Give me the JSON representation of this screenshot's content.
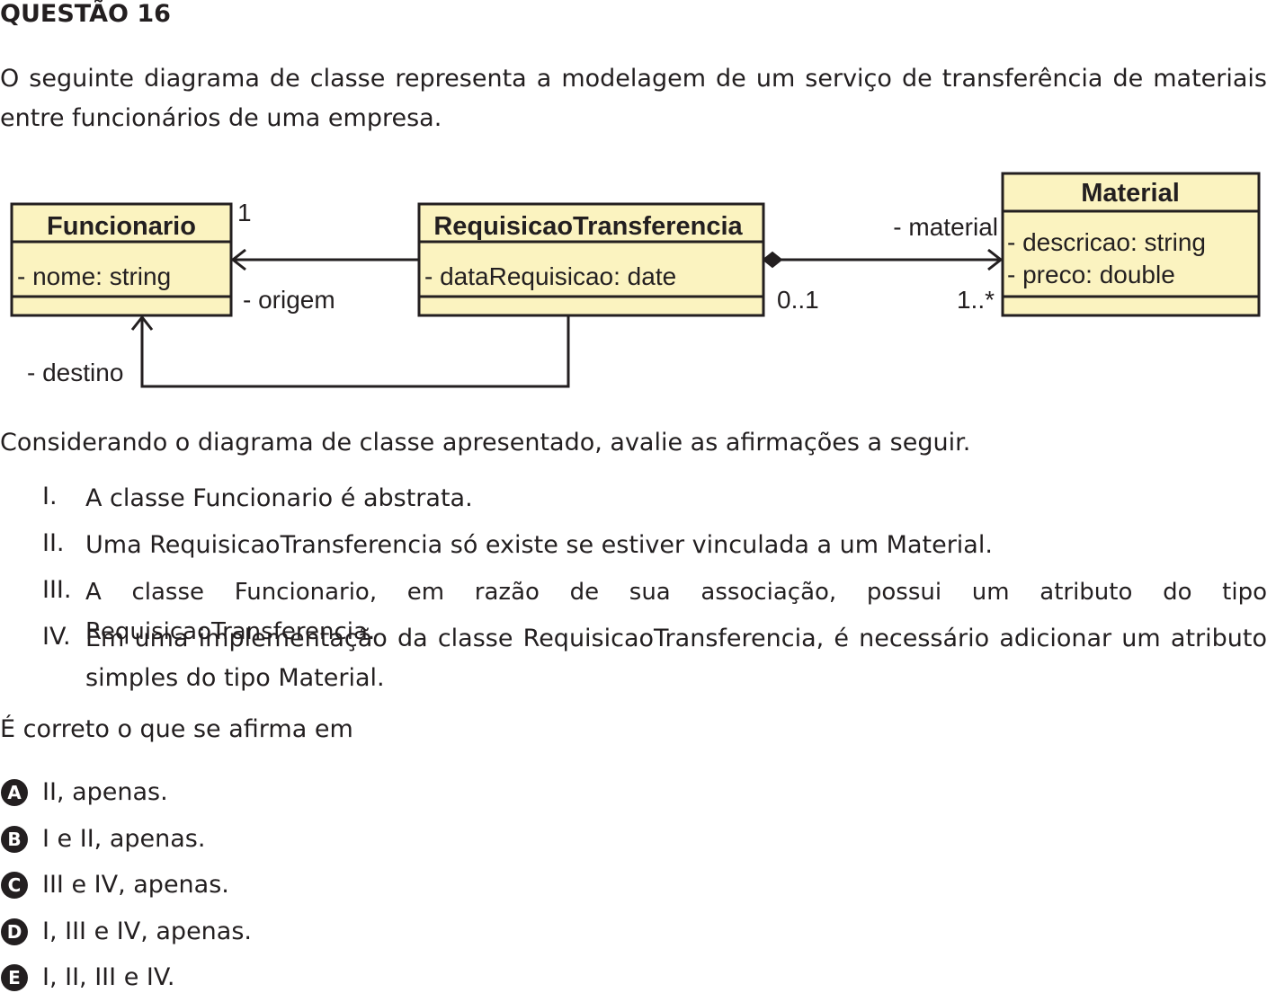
{
  "question": {
    "title": "QUESTÃO 16",
    "intro": "O seguinte diagrama de classe representa a modelagem de um serviço de transferência de materiais entre funcionários de uma empresa.",
    "prompt": "Considerando o diagrama de classe apresentado, avalie as afirmações a seguir.",
    "statements": [
      {
        "num": "I.",
        "text": "A classe Funcionario é abstrata."
      },
      {
        "num": "II.",
        "text": "Uma RequisicaoTransferencia só existe se estiver vinculada a um Material."
      },
      {
        "num": "III.",
        "text": "A classe Funcionario, em razão de sua associação, possui um atributo do tipo RequisicaoTransferencia."
      },
      {
        "num": "IV.",
        "text": "Em uma implementação da classe RequisicaoTransferencia, é necessário adicionar um atributo simples do tipo Material."
      }
    ],
    "question_text": "É correto o que se afirma em",
    "options": [
      {
        "letter": "A",
        "text": "II, apenas."
      },
      {
        "letter": "B",
        "text": "I e II, apenas."
      },
      {
        "letter": "C",
        "text": "III e IV, apenas."
      },
      {
        "letter": "D",
        "text": "I, III e IV, apenas."
      },
      {
        "letter": "E",
        "text": "I, II, III e IV."
      }
    ]
  },
  "diagram": {
    "fill_color": "#fbf3c0",
    "classes": {
      "funcionario": {
        "name": "Funcionario",
        "attributes": [
          "- nome: string"
        ]
      },
      "requisicao": {
        "name": "RequisicaoTransferencia",
        "attributes": [
          "- dataRequisicao: date"
        ]
      },
      "material": {
        "name": "Material",
        "attributes": [
          "- descricao: string",
          "- preco: double"
        ]
      }
    },
    "labels": {
      "mult_funcionario": "1",
      "role_origem": "- origem",
      "role_destino": "- destino",
      "mult_requisicao": "0..1",
      "role_material": "- material",
      "mult_material": "1..*"
    }
  }
}
